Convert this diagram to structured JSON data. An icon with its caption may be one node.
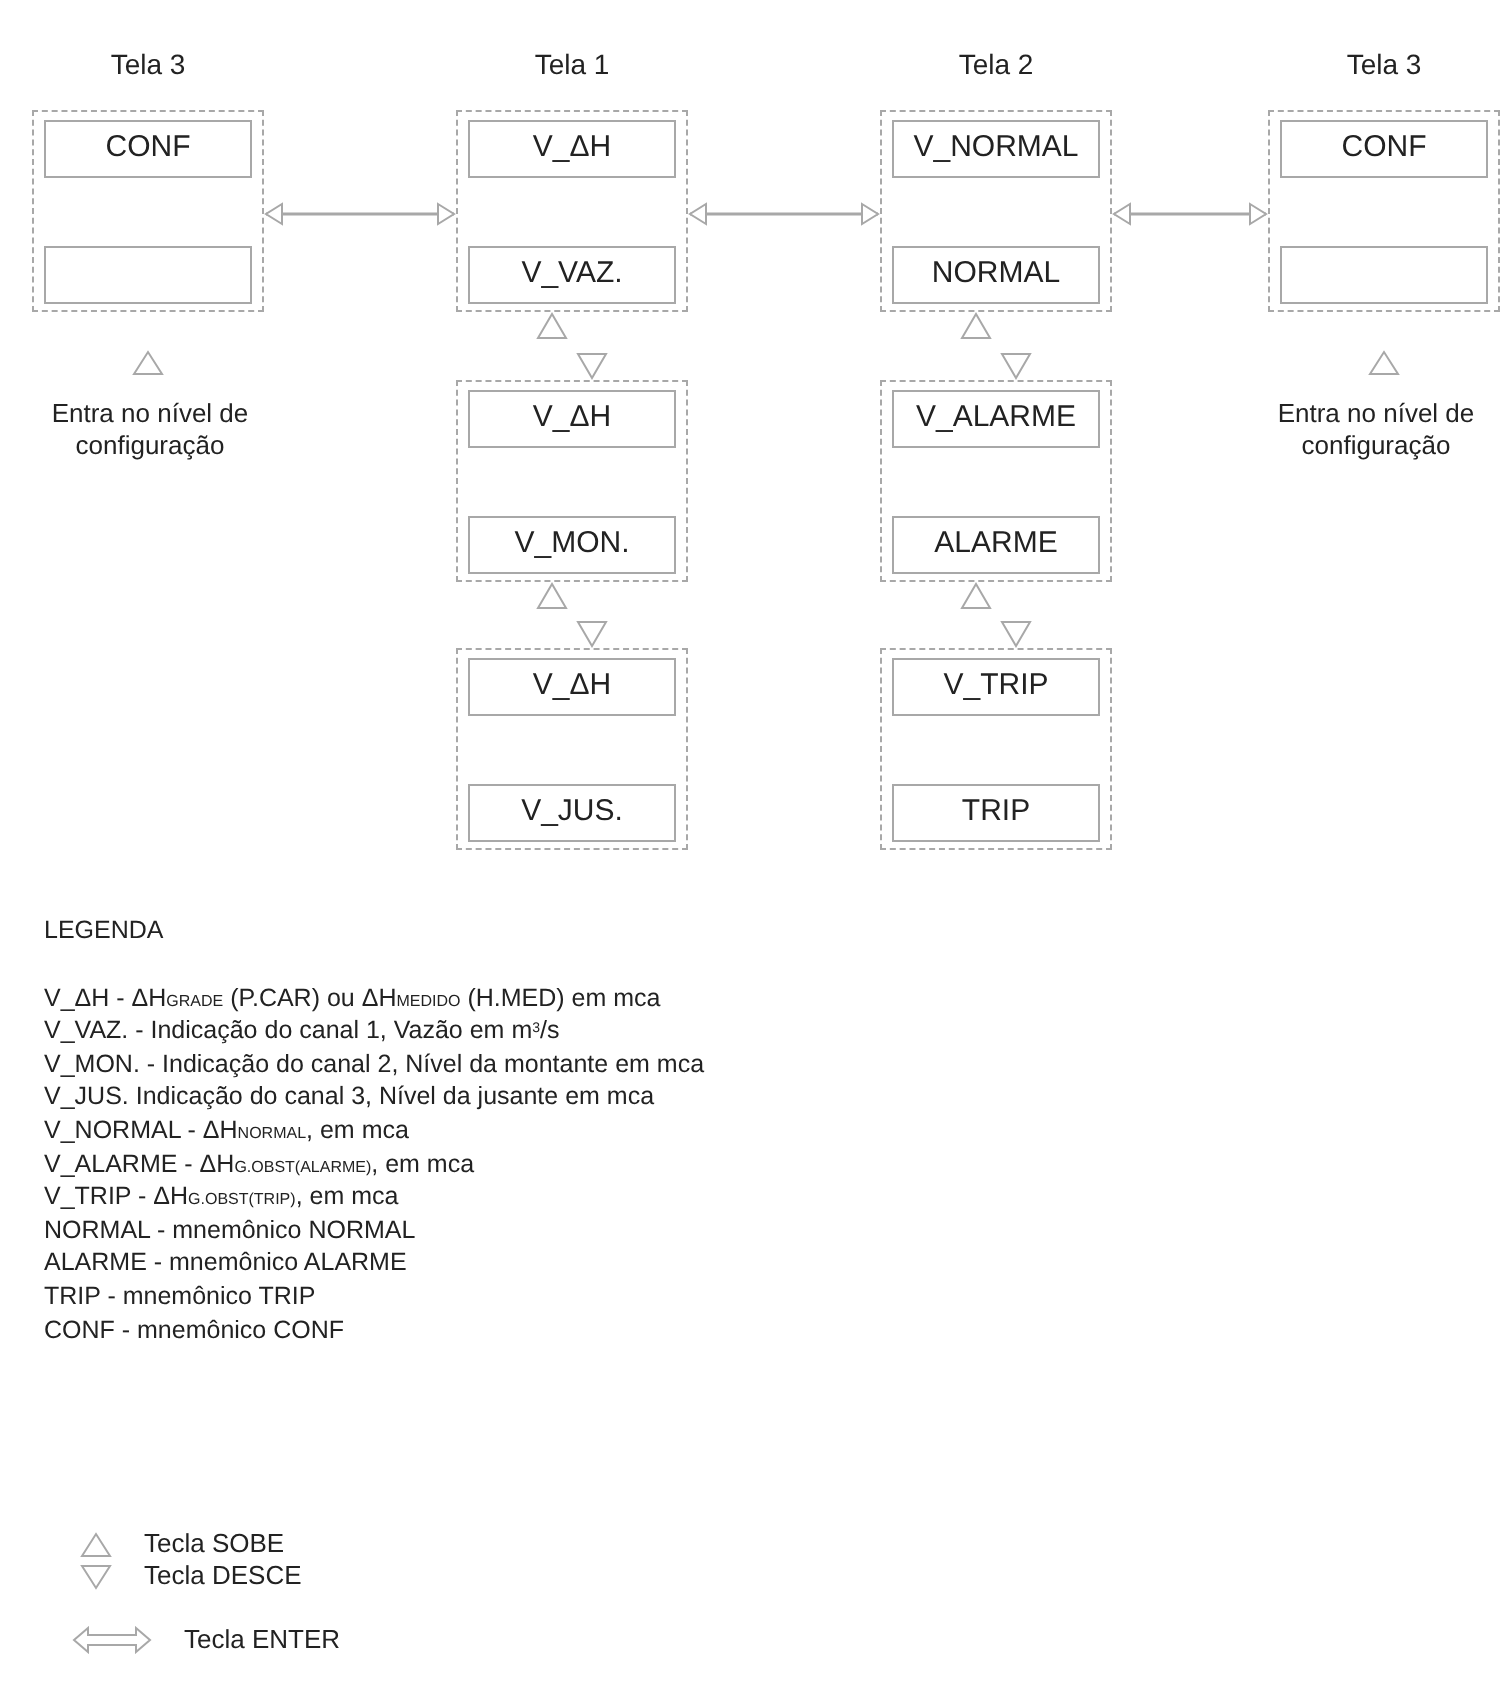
{
  "diagram": {
    "nodes": [
      {
        "text": [
          "Tela 3"
        ]
      },
      {
        "text": [
          "CONF"
        ],
        "in": 0
      },
      {
        "text": [],
        "shape": "box",
        "in": 0
      },
      {
        "text": [
          "Tela 1"
        ]
      },
      {
        "text": [
          "V_ΔH"
        ],
        "in": 3
      },
      {
        "text": [
          "V_VAZ."
        ],
        "in": 3
      },
      {
        "text": [
          "Tela 2"
        ]
      },
      {
        "text": [
          "V_NORMAL"
        ],
        "in": 6
      },
      {
        "text": [
          "NORMAL"
        ],
        "in": 6
      },
      {
        "text": [
          "Tela 3"
        ]
      },
      {
        "text": [
          "CONF"
        ],
        "in": 9
      },
      {
        "text": [],
        "shape": "box",
        "in": 9
      },
      {
        "text": [],
        "shape": "box"
      },
      {
        "text": [
          "V_ΔH"
        ],
        "in": 12
      },
      {
        "text": [
          "V_MON."
        ],
        "in": 12
      },
      {
        "text": [],
        "shape": "box"
      },
      {
        "text": [
          "V_ALARME"
        ],
        "in": 15
      },
      {
        "text": [
          "ALARME"
        ],
        "in": 15
      },
      {
        "text": [],
        "shape": "box"
      },
      {
        "text": [
          "V_ΔH"
        ],
        "in": 18
      },
      {
        "text": [
          "V_JUS."
        ],
        "in": 18
      },
      {
        "text": [],
        "shape": "box"
      },
      {
        "text": [
          "V_TRIP"
        ],
        "in": 21
      },
      {
        "text": [
          "TRIP"
        ],
        "in": 21
      }
    ],
    "edges": [
      {
        "from": 0,
        "to": 3,
        "arrow": "both"
      },
      {
        "from": 3,
        "to": 6,
        "arrow": "both"
      },
      {
        "from": 6,
        "to": 9,
        "arrow": "both"
      },
      {
        "from": 3,
        "to": 12,
        "arrow": "both"
      },
      {
        "from": 12,
        "to": 18,
        "arrow": "both"
      },
      {
        "from": 6,
        "to": 15,
        "arrow": "both"
      },
      {
        "from": 15,
        "to": 21,
        "arrow": "both"
      }
    ],
    "labels": [
      "Entra no nível de configuração",
      "Entra no nível de configuração",
      "LEGENDA",
      "V_ΔH - ΔH$_{GRADE}$ (P.CAR) ou ΔH$_{MEDIDO}$ (H.MED) em mca",
      "V_VAZ. - Indicação do canal 1, Vazão em m$^{3}$/s",
      "V_MON. - Indicação do canal 2, Nível da montante em mca",
      "V_JUS. Indicação do canal 3, Nível da jusante em mca",
      "V_NORMAL - ΔH$_{NORMAL}$, em mca",
      "V_ALARME - ΔH$_{G.OBST(ALARME)}$, em mca",
      "V_TRIP  - ΔH$_{G.OBST(TRIP)}$, em mca",
      "NORMAL - mnemônico NORMAL",
      "ALARME - mnemônico ALARME",
      "TRIP - mnemônico TRIP",
      "CONF -  mnemônico CONF"
    ],
    "legend": [
      {
        "text": "Tecla SOBE"
      },
      {
        "text": "Tecla DESCE"
      },
      {
        "text": "Tecla ENTER"
      }
    ]
  }
}
